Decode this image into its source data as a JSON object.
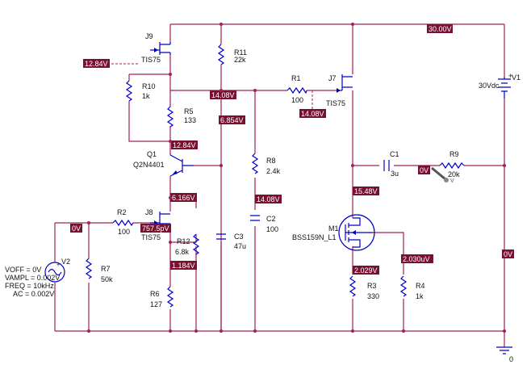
{
  "colors": {
    "wire": "#a0205a",
    "component": "#0000cc",
    "tag_bg": "#7a1030",
    "tag_text": "#ffffff",
    "background": "#ffffff"
  },
  "components": {
    "J9": {
      "ref": "J9",
      "model": "TIS75"
    },
    "R11": {
      "ref": "R11",
      "value": "22k"
    },
    "R10": {
      "ref": "R10",
      "value": "1k"
    },
    "R5": {
      "ref": "R5",
      "value": "133"
    },
    "Q1": {
      "ref": "Q1",
      "model": "Q2N4401"
    },
    "R1": {
      "ref": "R1",
      "value": "100"
    },
    "J7": {
      "ref": "J7",
      "model": "TIS75"
    },
    "V1": {
      "ref": "V1",
      "value": "30Vdc"
    },
    "R8": {
      "ref": "R8",
      "value": "2.4k"
    },
    "C1": {
      "ref": "C1",
      "value": "3u"
    },
    "R9": {
      "ref": "R9",
      "value": "20k"
    },
    "R2": {
      "ref": "R2",
      "value": "100"
    },
    "J8": {
      "ref": "J8",
      "model": "TIS75"
    },
    "R12": {
      "ref": "R12",
      "value": "6.8k"
    },
    "C3": {
      "ref": "C3",
      "value": "47u"
    },
    "C2": {
      "ref": "C2",
      "value": "100"
    },
    "M1": {
      "ref": "M1",
      "model": "BSS159N_L1"
    },
    "R7": {
      "ref": "R7",
      "value": "50k"
    },
    "V2": {
      "ref": "V2"
    },
    "R6": {
      "ref": "R6",
      "value": "127"
    },
    "R3": {
      "ref": "R3",
      "value": "330"
    },
    "R4": {
      "ref": "R4",
      "value": "1k"
    }
  },
  "source_params": {
    "voff": "VOFF = 0V",
    "vampl": "VAMPL = 0.002V",
    "freq": "FREQ = 10kHz",
    "ac": "AC = 0.002V"
  },
  "ground_label": "0",
  "probe_label": "V",
  "voltages": {
    "v30": "30.00V",
    "v1284_left": "12.84V",
    "v1408_mid": "14.08V",
    "v1408_r1": "14.08V",
    "v6854": "6.854V",
    "v1284_q1": "12.84V",
    "v0_r9": "0V",
    "v1548": "15.48V",
    "v6166": "6.166V",
    "v1408_r8": "14.08V",
    "v0_left": "0V",
    "v7575": "757.5pV",
    "v1184": "1.184V",
    "v2029": "2.029V",
    "v2030": "2.030uV",
    "v0_right": "0V"
  }
}
